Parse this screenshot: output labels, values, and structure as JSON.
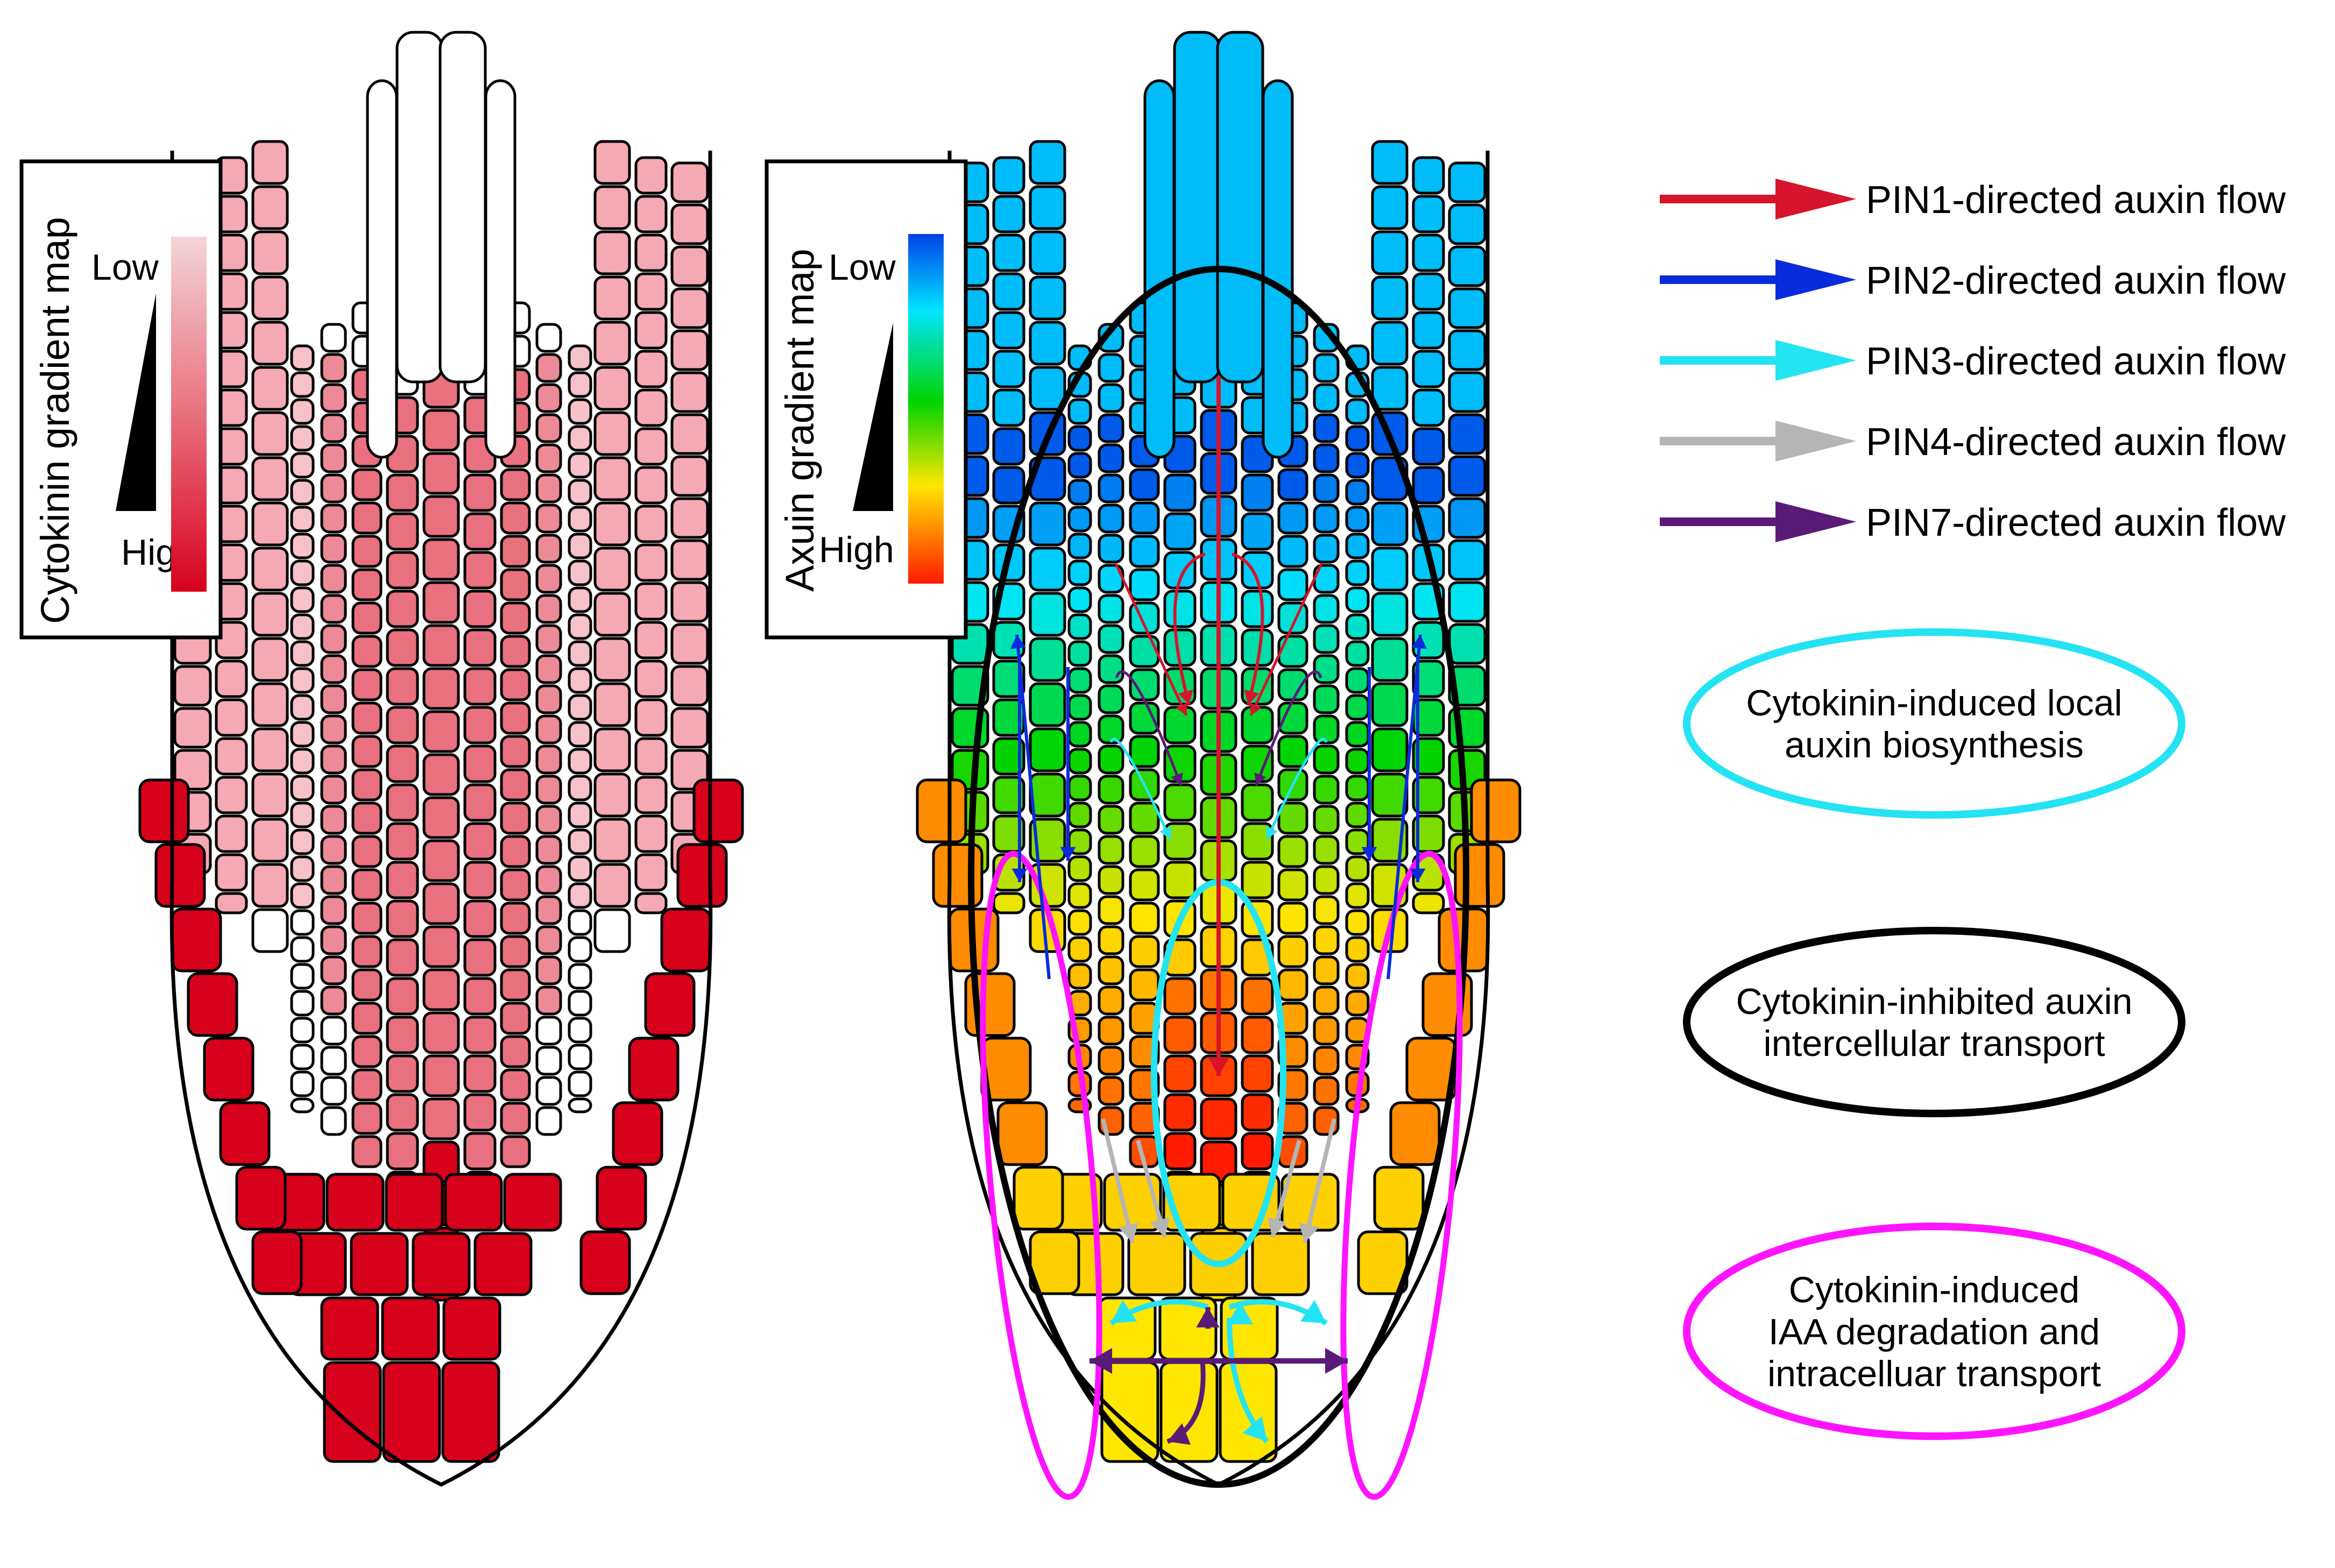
{
  "left_panel": {
    "legend_title": "Cytokinin gradient map",
    "low_label": "Low",
    "high_label": "High",
    "colors": {
      "low": "#f2c9cf",
      "mid": "#e9707e",
      "high": "#d7011c",
      "cell_light": "#f5a9b4",
      "cell_white": "#ffffff"
    }
  },
  "middle_panel": {
    "legend_title": "Axuin gradient map",
    "low_label": "Low",
    "high_label": "High",
    "colormap": [
      "#0041e6",
      "#00e5ff",
      "#00d400",
      "#ffe600",
      "#ff7a00",
      "#ff1a00"
    ]
  },
  "legend": {
    "arrows": [
      {
        "label": "PIN1-directed auxin flow",
        "color": "#d6142c"
      },
      {
        "label": "PIN2-directed auxin flow",
        "color": "#0a2bdc"
      },
      {
        "label": "PIN3-directed auxin flow",
        "color": "#24e3f2"
      },
      {
        "label": "PIN4-directed auxin flow",
        "color": "#b5b5b5"
      },
      {
        "label": "PIN7-directed auxin flow",
        "color": "#5a1a78"
      }
    ],
    "ellipses": [
      {
        "lines": [
          "Cytokinin-induced local",
          "auxin biosynthesis"
        ],
        "color": "#24e3f2"
      },
      {
        "lines": [
          "Cytokinin-inhibited auxin",
          "intercellular transport"
        ],
        "color": "#000000"
      },
      {
        "lines": [
          "Cytokinin-induced",
          "IAA degradation and",
          "intracelluar transport"
        ],
        "color": "#ff14ff"
      }
    ]
  }
}
